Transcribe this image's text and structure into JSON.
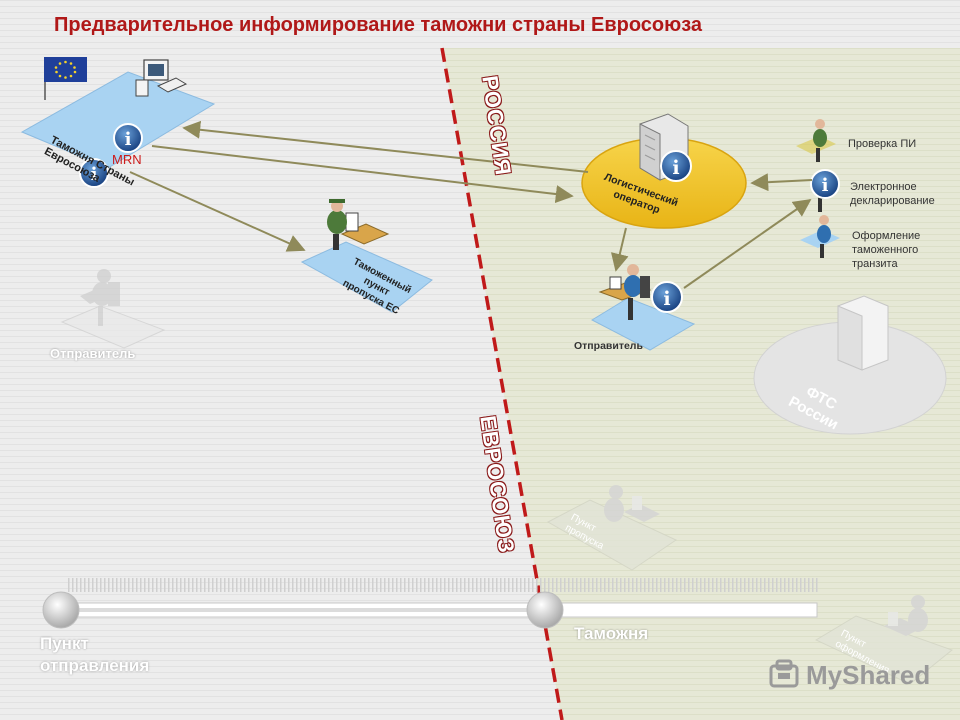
{
  "title": "Предварительное информирование таможни страны Евросоюза",
  "colors": {
    "title": "#b01818",
    "eu_zone": "#e2e2e2",
    "ru_zone": "#e3e6d3",
    "border_line": "#c01a1a",
    "arrow": "#8f8a5a",
    "platform_blue": "#a9d3f2",
    "logistics_oval": "#f2c52a",
    "faded": "#d6d6d6"
  },
  "regions": {
    "russia": "РОССИЯ",
    "eu": "ЕВРОСОЮЗ"
  },
  "nodes": {
    "eu_customs": "Таможня Страны Евросоюза",
    "mrn": "MRN",
    "eu_border_post": "Таможенный пункт пропуска ЕС",
    "eu_sender": "Отправитель",
    "logistics_operator": "Логистический оператор",
    "ru_sender": "Отправитель",
    "fts": "ФТС России",
    "ru_checkpoint": "Пункт пропуска",
    "ru_clearance": "Пункт оформления"
  },
  "side_labels": {
    "pi_check": "Проверка ПИ",
    "e_declaration_1": "Электронное",
    "e_declaration_2": "декларирование",
    "transit_1": "Оформление",
    "transit_2": "таможенного",
    "transit_3": "транзита"
  },
  "timeline": {
    "start_1": "Пункт",
    "start_2": "отправления",
    "customs": "Таможня"
  },
  "icons": [
    "eu-flag-icon",
    "computer-icon",
    "server-icon",
    "info-icon",
    "customs-officer-icon",
    "operator-icon"
  ],
  "watermark": "MyShared"
}
